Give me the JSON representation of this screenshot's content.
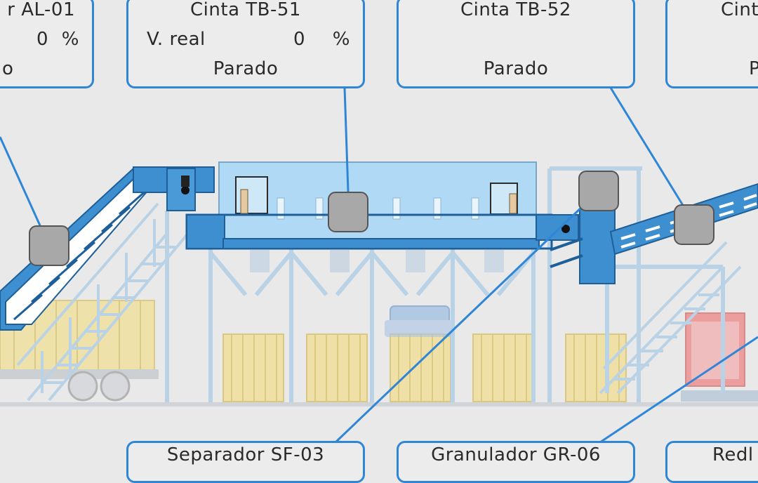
{
  "panels": {
    "al01": {
      "title": "r AL-01",
      "value": "0",
      "unit": "%",
      "status": "o"
    },
    "tb51": {
      "title": "Cinta TB-51",
      "speed_label": "V. real",
      "value": "0",
      "unit": "%",
      "status": "Parado"
    },
    "tb52": {
      "title": "Cinta TB-52",
      "status": "Parado"
    },
    "tb53": {
      "title": "Cint",
      "status": "P"
    },
    "sf03": {
      "title": "Separador SF-03"
    },
    "gr06": {
      "title": "Granulador GR-06"
    },
    "redl": {
      "title": "Redl"
    }
  },
  "colors": {
    "accent": "#2f86d6",
    "equipment_blue": "#3d8fd0",
    "cabin": "#a9d8f6",
    "crate": "#efe0a0",
    "marker": "#a8a8a8",
    "background": "#e9e9e9"
  }
}
